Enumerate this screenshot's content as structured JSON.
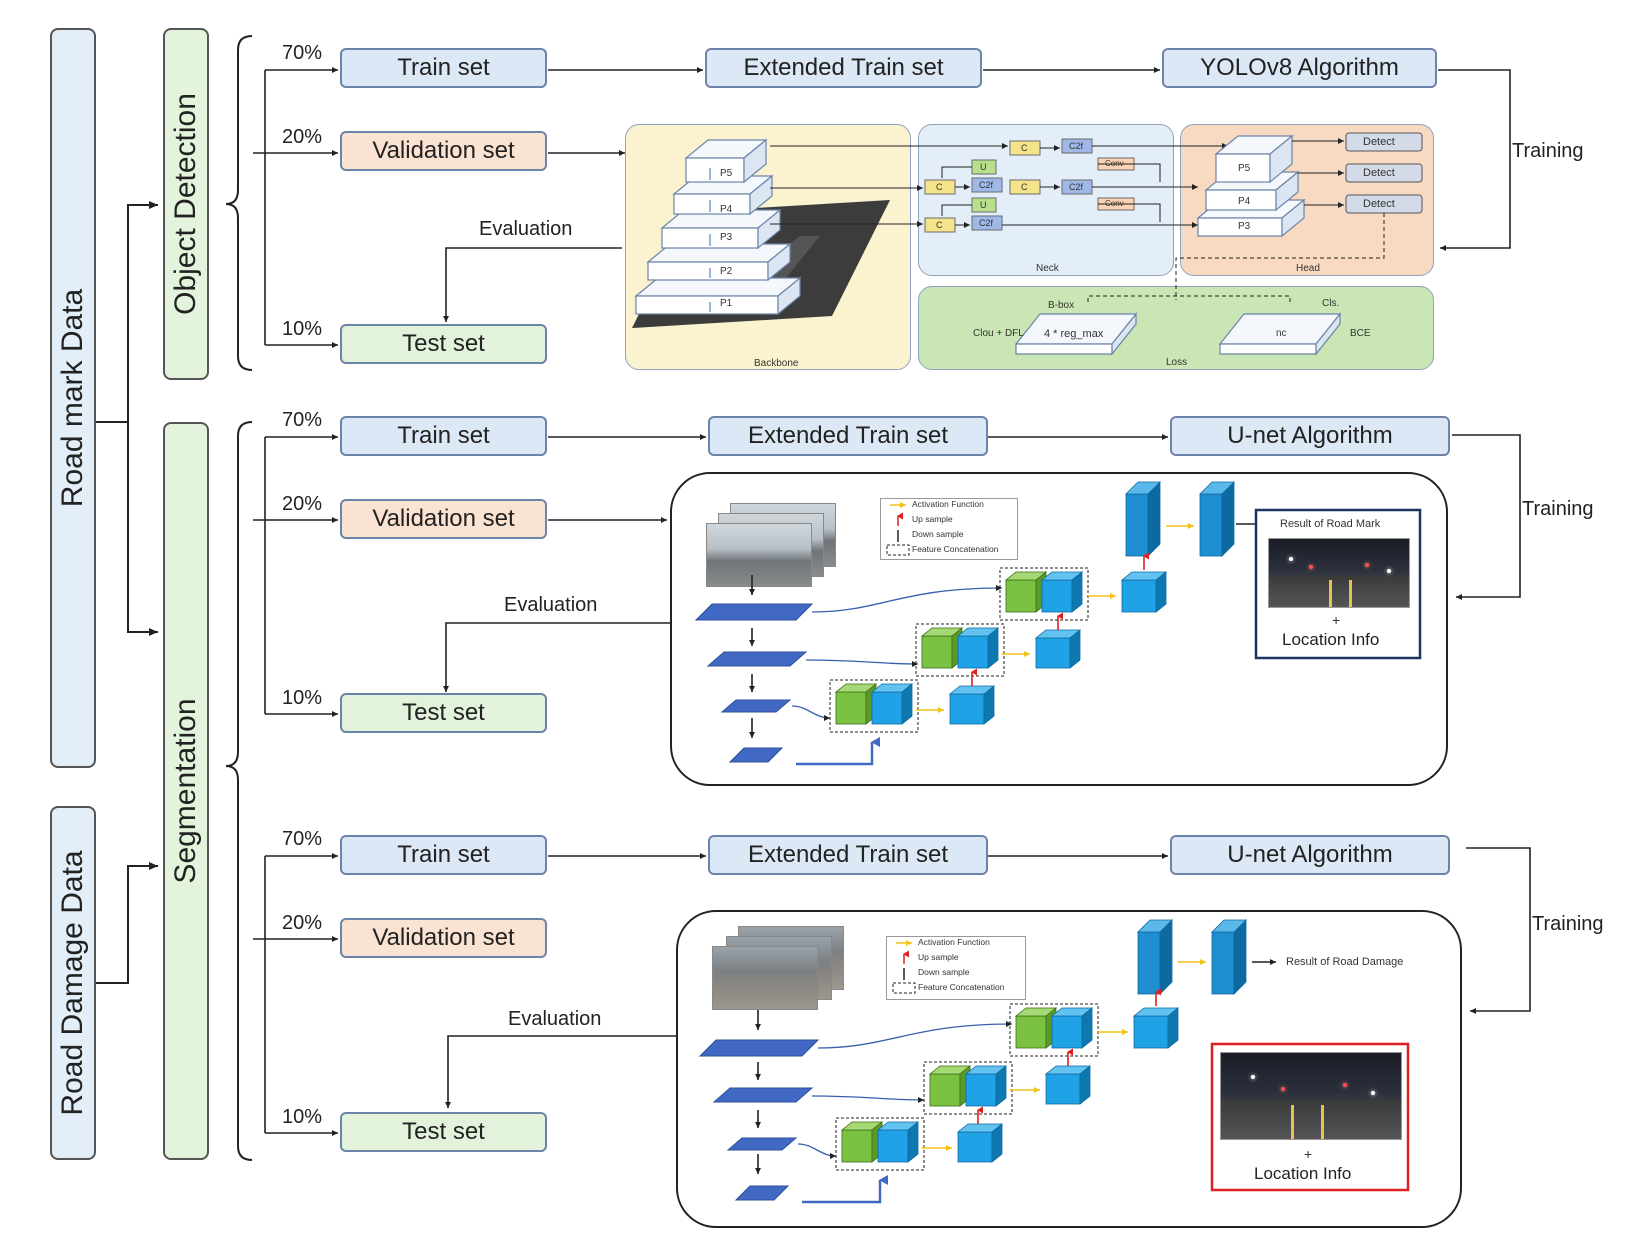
{
  "side": {
    "road_mark_data": "Road mark Data",
    "road_damage_data": "Road Damage Data",
    "object_detection": "Object Detection",
    "segmentation": "Segmentation"
  },
  "pipelines": [
    {
      "train_set": "Train set",
      "validation_set": "Validation set",
      "test_set": "Test set",
      "extended_train_set": "Extended Train set",
      "algorithm": "YOLOv8 Algorithm",
      "p70": "70%",
      "p20": "20%",
      "p10": "10%",
      "training": "Training",
      "evaluation": "Evaluation"
    },
    {
      "train_set": "Train set",
      "validation_set": "Validation set",
      "test_set": "Test set",
      "extended_train_set": "Extended Train set",
      "algorithm": "U-net Algorithm",
      "p70": "70%",
      "p20": "20%",
      "p10": "10%",
      "training": "Training",
      "evaluation": "Evaluation"
    },
    {
      "train_set": "Train set",
      "validation_set": "Validation set",
      "test_set": "Test set",
      "extended_train_set": "Extended Train set",
      "algorithm": "U-net Algorithm",
      "p70": "70%",
      "p20": "20%",
      "p10": "10%",
      "training": "Training",
      "evaluation": "Evaluation"
    }
  ],
  "yolo": {
    "backbone": "Backbone",
    "neck": "Neck",
    "head": "Head",
    "loss": "Loss",
    "levels": [
      "P5",
      "P4",
      "P3",
      "P2",
      "P1"
    ],
    "head_levels": [
      "P5",
      "P4",
      "P3"
    ],
    "detect": "Detect",
    "c": "C",
    "c2f": "C2f",
    "u": "U",
    "conv": "Conv",
    "bbox": "B-box",
    "cls": "Cls.",
    "ciou_dfl": "Clou + DFL",
    "reg_max": "4 * reg_max",
    "nc": "nc",
    "bce": "BCE"
  },
  "unet": {
    "legend": {
      "activation": "Activation Function",
      "up": "Up sample",
      "down": "Down sample",
      "concat": "Feature Concatenation"
    },
    "result_mark": "Result of Road Mark",
    "result_damage": "Result of Road Damage",
    "plus": "+",
    "location_info": "Location Info"
  },
  "colors": {
    "node_blue": "#dde8f6",
    "node_orange": "#fbe3d3",
    "node_green": "#e3f2da",
    "backbone_bg": "#fbf3d0",
    "neck_bg": "#e3eef8",
    "head_bg": "#f8d9c2",
    "loss_bg": "#c9e6b4",
    "cube_blue": "#1fa3e6",
    "cube_green": "#7cc242",
    "layer_blue": "#4169c4",
    "arrow_yellow": "#f2c21a",
    "arrow_red": "#e02020",
    "frame_navy": "#1f3464",
    "frame_red": "#e02020"
  }
}
